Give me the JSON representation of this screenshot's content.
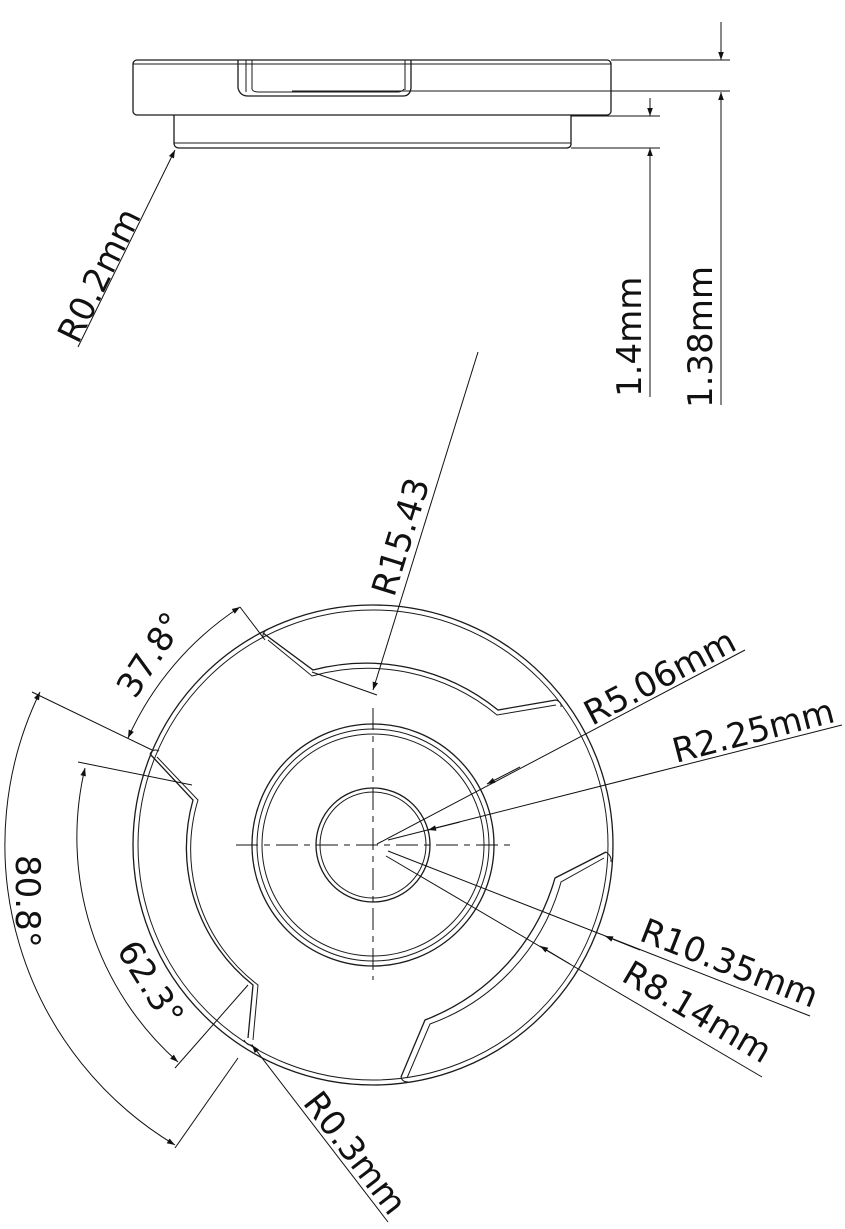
{
  "drawing": {
    "side_view": {
      "dimensions": {
        "fillet_radius": "R0.2mm",
        "step_height": "1.4mm",
        "plate_thickness": "1.38mm"
      }
    },
    "top_view": {
      "dimensions": {
        "outer_radius": "R15.43",
        "ring_radius": "R5.06mm",
        "hub_radius": "R2.25mm",
        "slot_outer_radius": "R10.35mm",
        "slot_inner_radius": "R8.14mm",
        "corner_radius": "R0.3mm",
        "angle_slot_entry": "37.8°",
        "angle_total": "80.8°",
        "angle_slot_arc": "62.3°"
      }
    },
    "colors": {
      "line": "#1a1a1a",
      "background": "#ffffff"
    }
  }
}
